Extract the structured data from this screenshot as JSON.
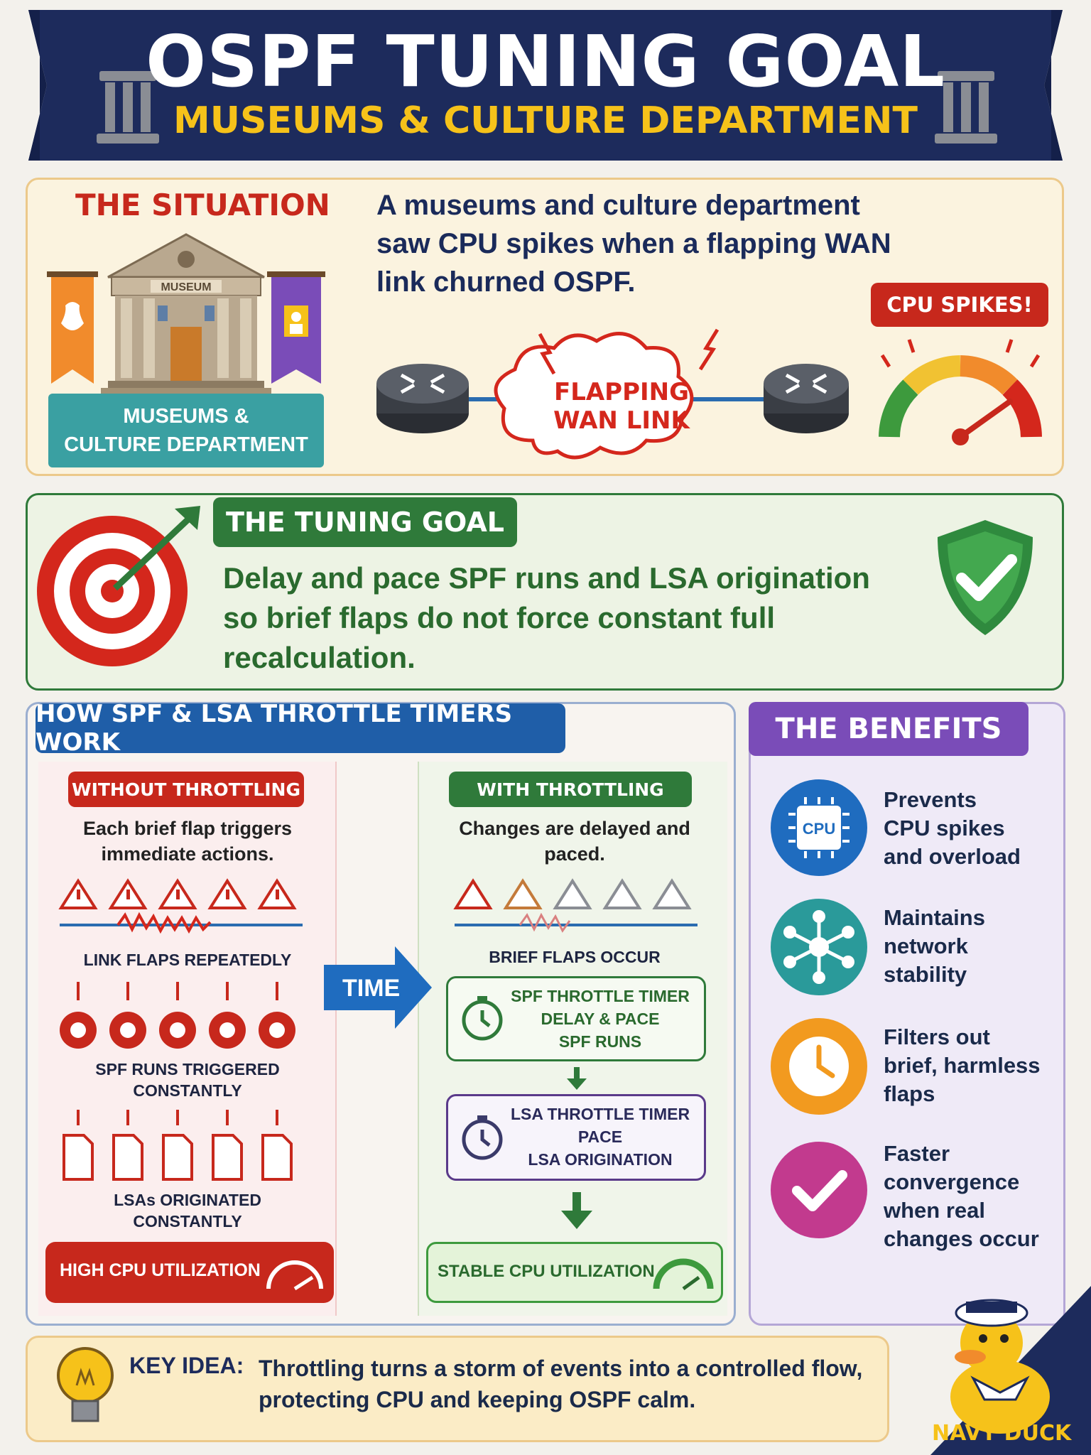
{
  "header": {
    "title": "OSPF TUNING GOAL",
    "subtitle": "MUSEUMS & CULTURE DEPARTMENT"
  },
  "situation": {
    "heading": "THE SITUATION",
    "text": "A museums and culture department saw CPU spikes when a flapping WAN link churned OSPF.",
    "museum_sign": "MUSEUM",
    "museum_label_1": "MUSEUMS &",
    "museum_label_2": "CULTURE DEPARTMENT",
    "cloud_line_1": "FLAPPING",
    "cloud_line_2": "WAN LINK",
    "cpu_badge": "CPU SPIKES!"
  },
  "tuning_goal": {
    "heading": "THE TUNING GOAL",
    "text_1": "Delay and pace SPF runs and LSA origination",
    "text_2": "so brief flaps do not force constant full",
    "text_3": "recalculation."
  },
  "how": {
    "heading": "HOW SPF & LSA THROTTLE TIMERS WORK",
    "without": {
      "label": "WITHOUT THROTTLING",
      "desc_1": "Each brief flap triggers",
      "desc_2": "immediate actions.",
      "flaps": "LINK FLAPS REPEATEDLY",
      "spf_1": "SPF RUNS TRIGGERED",
      "spf_2": "CONSTANTLY",
      "lsa_1": "LSAs ORIGINATED",
      "lsa_2": "CONSTANTLY",
      "result": "HIGH CPU UTILIZATION"
    },
    "time_label": "TIME",
    "with": {
      "label": "WITH THROTTLING",
      "desc_1": "Changes are delayed and",
      "desc_2": "paced.",
      "flaps": "BRIEF FLAPS OCCUR",
      "spf_timer_1": "SPF THROTTLE TIMER",
      "spf_timer_2": "DELAY & PACE",
      "spf_timer_3": "SPF RUNS",
      "lsa_timer_1": "LSA THROTTLE TIMER",
      "lsa_timer_2": "PACE",
      "lsa_timer_3": "LSA ORIGINATION",
      "result": "STABLE CPU UTILIZATION"
    }
  },
  "benefits": {
    "heading": "THE BENEFITS",
    "cpu_chip_label": "CPU",
    "items": [
      {
        "l1": "Prevents",
        "l2": "CPU spikes",
        "l3": "and overload",
        "l4": ""
      },
      {
        "l1": "Maintains",
        "l2": "network",
        "l3": "stability",
        "l4": ""
      },
      {
        "l1": "Filters out",
        "l2": "brief, harmless",
        "l3": "flaps",
        "l4": ""
      },
      {
        "l1": "Faster",
        "l2": "convergence",
        "l3": "when real",
        "l4": "changes occur"
      }
    ]
  },
  "key_idea": {
    "label": "KEY IDEA:",
    "line_1": "Throttling turns a storm of events into a controlled flow,",
    "line_2": "protecting CPU and keeping OSPF calm."
  },
  "mascot": {
    "label": "NAVY DUCK"
  },
  "colors": {
    "navy": "#1d2b5c",
    "gold": "#f6c21a",
    "red": "#c7281c",
    "green": "#2f7a3a",
    "blue": "#1f5ea8",
    "purple": "#7a4cb8"
  }
}
